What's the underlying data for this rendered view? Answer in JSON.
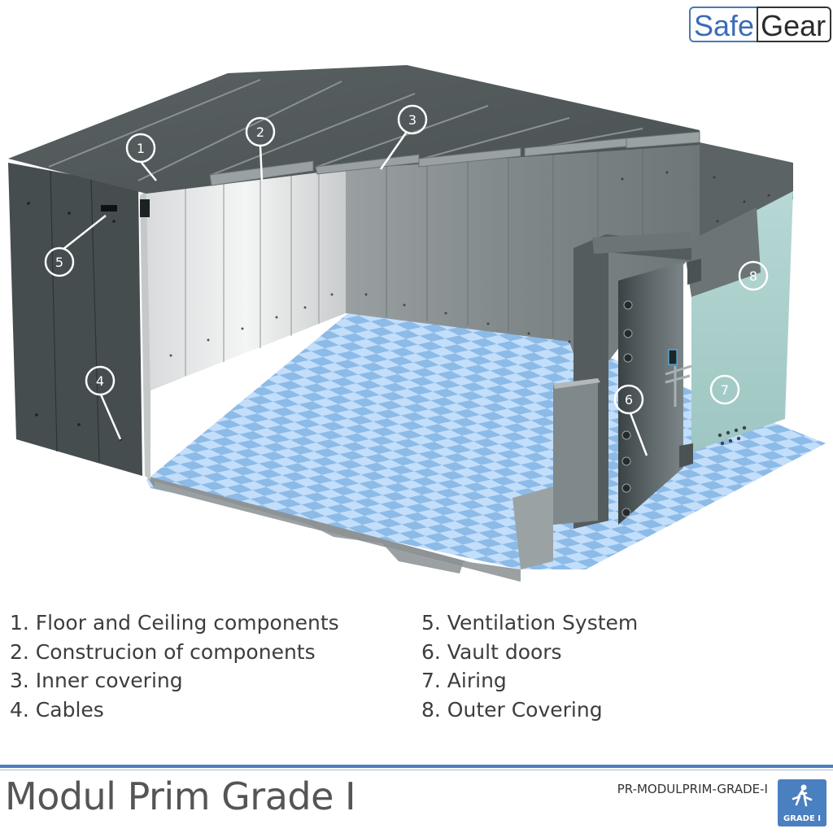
{
  "brand": {
    "logo_part1": "Safe",
    "logo_part2": "Gear"
  },
  "callouts": [
    "1",
    "2",
    "3",
    "4",
    "5",
    "6",
    "7",
    "8"
  ],
  "legend": {
    "left": [
      "1. Floor and Ceiling components",
      "2. Construcion of components",
      "3. Inner covering",
      "4. Cables"
    ],
    "right": [
      "5. Ventilation System",
      "6. Vault doors",
      "7. Airing",
      "8. Outer Covering"
    ]
  },
  "footer": {
    "title": "Modul Prim Grade I",
    "product_code": "PR-MODULPRIM-GRADE-I",
    "badge_label": "GRADE I",
    "badge_icon": "running-person-icon"
  },
  "colors": {
    "accent_blue": "#4a7fc0",
    "floor_tile_light": "#c3defa",
    "floor_tile_dark": "#8dbbe8",
    "outer_covering": "#a9cfcb",
    "panel_dark": "#3f4749"
  }
}
